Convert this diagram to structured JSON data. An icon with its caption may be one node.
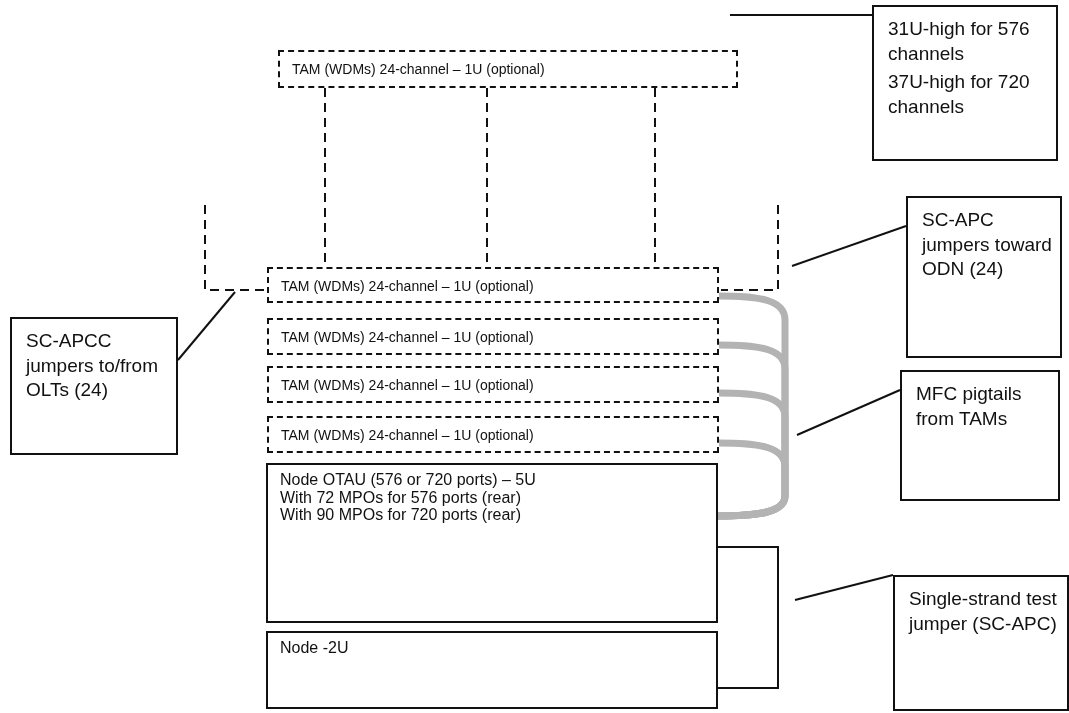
{
  "diagram": {
    "nodes": [
      {
        "text": [
          "TAM (WDMs) 24-channel – 1U (optional)"
        ]
      },
      {
        "text": [
          "31U-high for 576 channels",
          "37U-high for 720 channels"
        ]
      },
      {
        "text": [
          "TAM (WDMs) 24-channel – 1U (optional)"
        ]
      },
      {
        "text": [
          "SC-APC jumpers toward ODN (24)"
        ]
      },
      {
        "text": [
          "SC-APCC jumpers to/from OLTs (24)"
        ]
      },
      {
        "text": [
          "TAM (WDMs) 24-channel – 1U (optional)"
        ]
      },
      {
        "text": [
          "TAM (WDMs) 24-channel – 1U (optional)"
        ]
      },
      {
        "text": [
          "TAM (WDMs) 24-channel – 1U (optional)"
        ]
      },
      {
        "text": [
          "MFC pigtails from TAMs"
        ]
      },
      {
        "text": [
          "Node OTAU (576 or 720 ports) – 5U",
          "With 72 MPOs for 576 ports (rear)",
          "With 90 MPOs for 720 ports (rear)"
        ]
      },
      {
        "text": [
          "Single-strand test jumper (SC-APC)"
        ]
      },
      {
        "text": [
          "Node -2U"
        ]
      }
    ],
    "edges": [
      {
        "from": 0,
        "to": 2,
        "arrow": "none",
        "style": "dashed"
      },
      {
        "from": 0,
        "to": 2,
        "arrow": "none",
        "style": "dashed"
      },
      {
        "from": 0,
        "to": 2,
        "arrow": "none",
        "style": "dashed"
      },
      {
        "from": 1,
        "to": null,
        "arrow": "none"
      },
      {
        "from": 3,
        "to": null,
        "arrow": "none"
      },
      {
        "from": 4,
        "to": null,
        "arrow": "none"
      },
      {
        "from": 8,
        "to": null,
        "arrow": "none"
      },
      {
        "from": 10,
        "to": null,
        "arrow": "none"
      },
      {
        "from": 9,
        "to": 11,
        "arrow": "none"
      },
      {
        "from": 2,
        "to": 9,
        "arrow": "none",
        "style": "thick",
        "color": "#b3b3b3"
      },
      {
        "from": 5,
        "to": 9,
        "arrow": "none",
        "style": "thick",
        "color": "#b3b3b3"
      },
      {
        "from": 6,
        "to": 9,
        "arrow": "none",
        "style": "thick",
        "color": "#b3b3b3"
      },
      {
        "from": 7,
        "to": 9,
        "arrow": "none",
        "style": "thick",
        "color": "#b3b3b3"
      }
    ]
  }
}
